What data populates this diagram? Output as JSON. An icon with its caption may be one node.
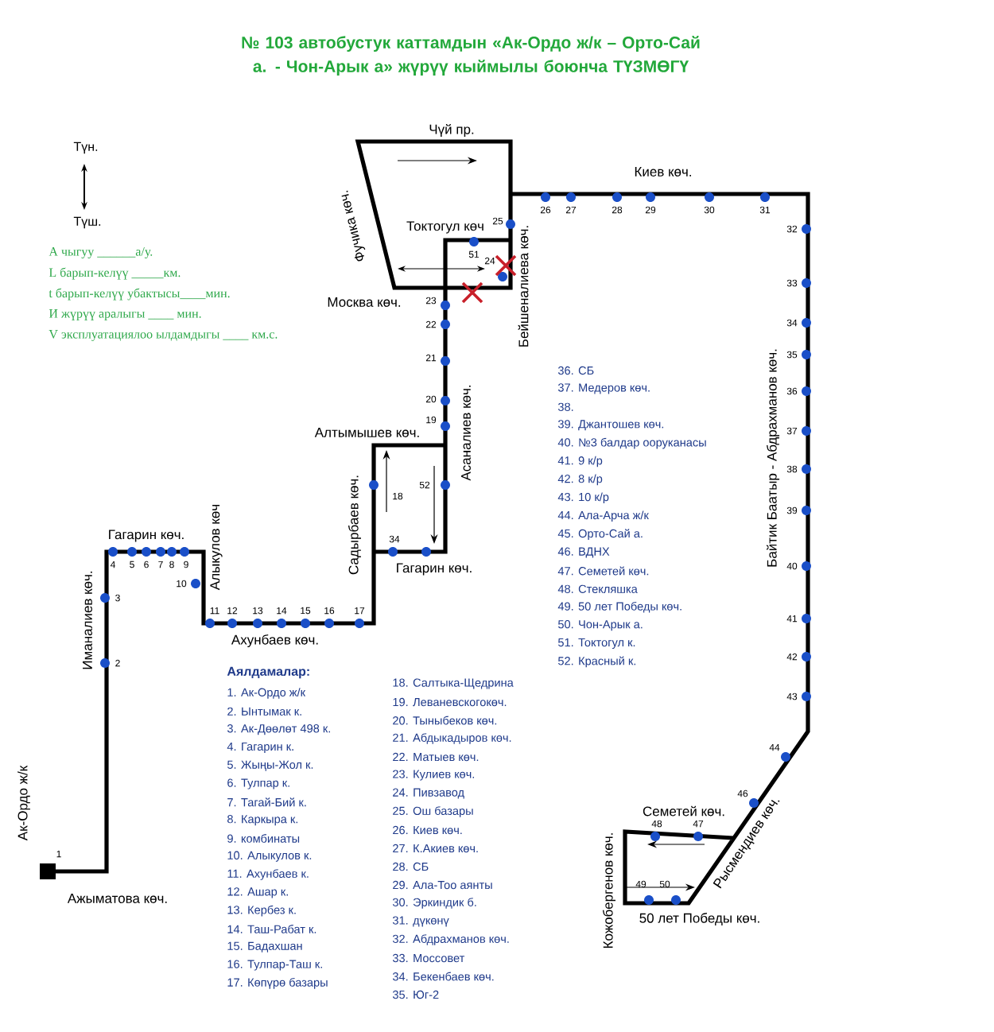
{
  "diagram": {
    "title": "№ 103 автобустук каттамдын «Ак-Ордо ж/к – Орто-Сай а. - Чон-Арык а» жүрүү кыймылы боюнча ТҮЗМӨГҮ",
    "labels": [
      "Түн.",
      "Түш.",
      "А чыгуу ______а/у.",
      "L барып-келүү _____км.",
      "t барып-келүү убактысы____мин.",
      "И жүрүү аралыгы ____ мин.",
      "V эксплуатациялоо ылдамдыгы ____ км.с.",
      "Чүй пр.",
      "Киев көч.",
      "Фучика көч.",
      "Токтогул көч",
      "Бейшеналиева көч.",
      "Москва көч.",
      "Байтик Баатыр - Абдрахманов көч.",
      "Асаналиев көч.",
      "Алтымышев көч.",
      "Садырбаев көч.",
      "Гагарин көч.",
      "Алыкулов көч",
      "Гагарин көч.",
      "Иманалиев көч.",
      "Ахунбаев көч.",
      "Ак-Ордо ж/к",
      "Кожобергенов көч.",
      "Семетей көч.",
      "Рысмендиев көч.",
      "Ажыматова көч.",
      "50 лет Победы көч.",
      "1",
      "2",
      "3",
      "4",
      "5",
      "6",
      "7",
      "8",
      "9",
      "10",
      "11",
      "12",
      "13",
      "14",
      "15",
      "16",
      "17",
      "18",
      "19",
      "20",
      "21",
      "22",
      "23",
      "24",
      "25",
      "26",
      "27",
      "28",
      "29",
      "30",
      "31",
      "32",
      "33",
      "34",
      "35",
      "36",
      "37",
      "38",
      "39",
      "40",
      "41",
      "42",
      "43",
      "44",
      "46",
      "48",
      "47",
      "49",
      "50",
      "51",
      "52",
      "34",
      "Аялдамалар:",
      "1. Ак-Ордо ж/к",
      "2. Ынтымак к.",
      "3. Ак-Дөөлөт 498 к.",
      "4. Гагарин к.",
      "5. Жыңы-Жол к.",
      "6. Тулпар к.",
      "7. Тагай-Бий к.",
      "8. Каркыра к.",
      "9. комбинаты",
      "10. Алыкулов к.",
      "11. Ахунбаев к.",
      "12. Ашар к.",
      "13. Кербез к.",
      "14. Таш-Рабат к.",
      "15. Бадахшан",
      "16. Тулпар-Таш к.",
      "17. Көпүрө базары",
      "18. Салтыка-Щедрина",
      "19. Леваневскогокөч.",
      "20. Тыныбеков көч.",
      "21. Абдыкадыров көч.",
      "22. Матыев көч.",
      "23. Кулиев көч.",
      "24. Пивзавод",
      "25. Ош базары",
      "26. Киев көч.",
      "27. К.Акиев көч.",
      "28. СБ",
      "29. Ала-Тоо аянты",
      "30. Эркиндик б.",
      "31. дүкөнү",
      "32. Абдрахманов көч.",
      "33. Моссовет",
      "34. Бекенбаев көч.",
      "35. Юг-2",
      "36. СБ",
      "37. Медеров көч.",
      "38.",
      "39. Джантошев көч.",
      "40. №3 балдар ооруканасы",
      "41. 9 к/р",
      "42. 8 к/р",
      "43. 10 к/р",
      "44. Ала-Арча ж/к",
      "45. Орто-Сай а.",
      "46. ВДНХ",
      "47. Семетей көч.",
      "48. Стекляшка",
      "49. 50 лет Победы көч.",
      "50. Чон-Арык а.",
      "51. Токтогул к.",
      "52. Красный к."
    ]
  }
}
